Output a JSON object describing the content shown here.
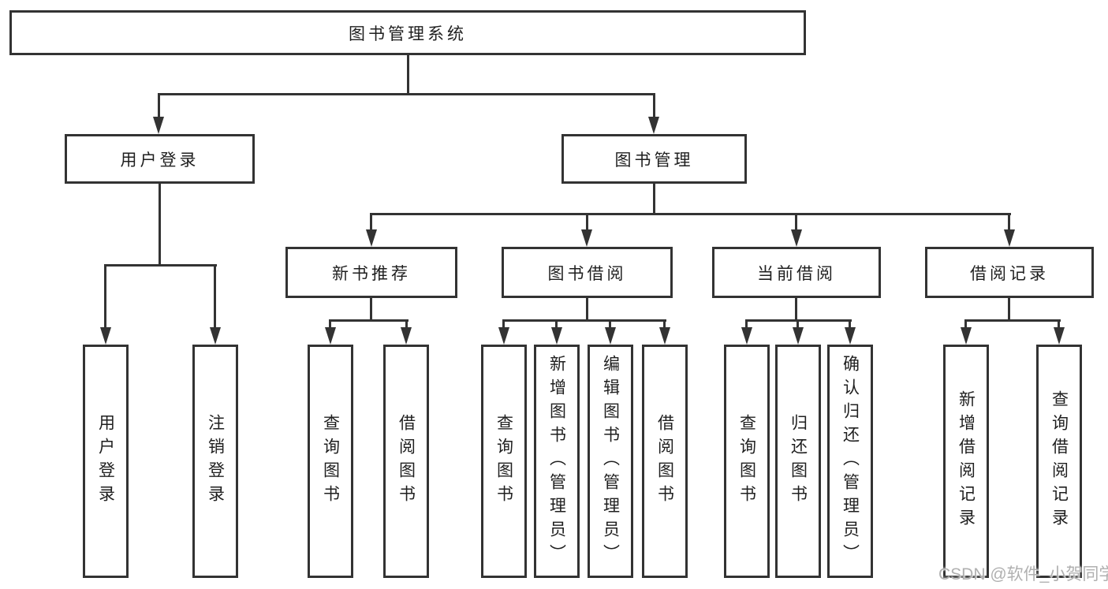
{
  "diagram": {
    "title": "图书管理系统",
    "level2": {
      "user_login": "用户登录",
      "book_mgmt": "图书管理"
    },
    "level3": {
      "new_books": "新书推荐",
      "borrowing": "图书借阅",
      "current": "当前借阅",
      "records": "借阅记录"
    },
    "leaves": {
      "user_login": [
        "用户登录",
        "注销登录"
      ],
      "new_books": [
        "查询图书",
        "借阅图书"
      ],
      "borrowing": [
        "查询图书",
        "新增图书（管理员）",
        "编辑图书（管理员）",
        "借阅图书"
      ],
      "current": [
        "查询图书",
        "归还图书",
        "确认归还（管理员）"
      ],
      "records": [
        "新增借阅记录",
        "查询借阅记录"
      ]
    }
  },
  "watermark": "CSDN @软件_小贺同学",
  "colors": {
    "line": "#333333",
    "text": "#1f1f1f",
    "watermark": "#b0b0b0",
    "background": "#ffffff"
  }
}
